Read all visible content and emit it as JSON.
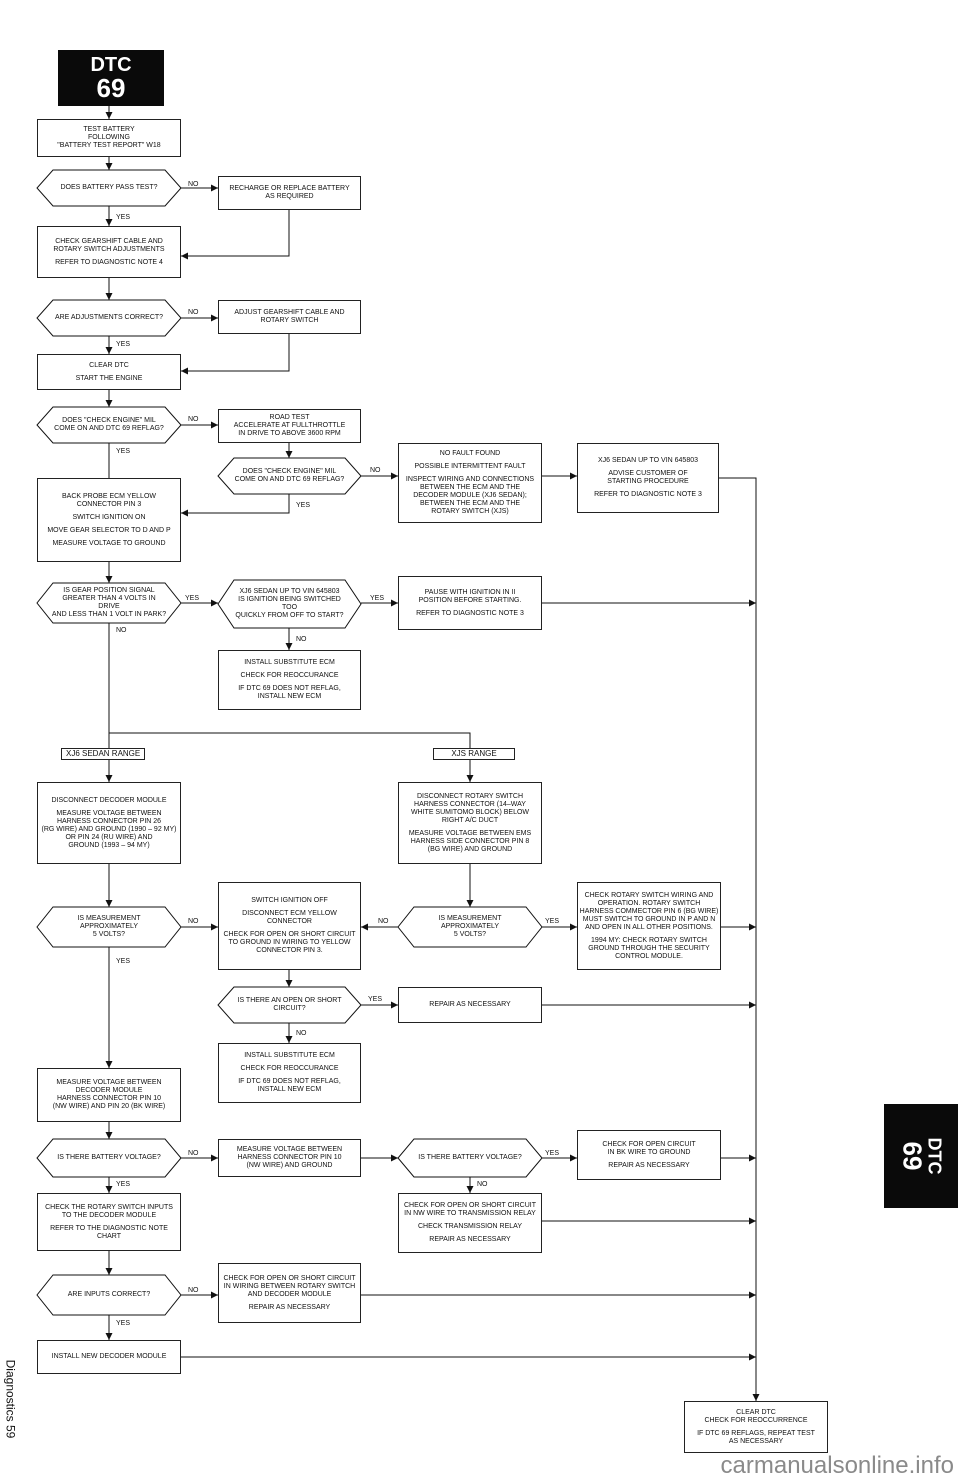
{
  "header": {
    "line1": "DTC",
    "line2": "69"
  },
  "tab": {
    "line1": "DTC",
    "line2": "69"
  },
  "side_label": "Diagnostics 59",
  "watermark": "carmanualsonline.info",
  "ranges": {
    "xj6": "XJ6 SEDAN RANGE",
    "xjs": "XJS RANGE"
  },
  "answers": {
    "yes": "YES",
    "no": "NO"
  },
  "steps": {
    "b_test_battery": [
      "TEST BATTERY",
      "FOLLOWING",
      "\"BATTERY TEST REPORT\" W18"
    ],
    "d_battery_pass": [
      "DOES BATTERY PASS TEST?"
    ],
    "b_recharge": [
      "RECHARGE OR REPLACE BATTERY",
      "AS REQUIRED"
    ],
    "b_check_gearshift": [
      "CHECK GEARSHIFT CABLE AND",
      "ROTARY SWITCH ADJUSTMENTS",
      "",
      "REFER TO DIAGNOSTIC NOTE 4"
    ],
    "d_adjust_correct": [
      "ARE ADJUSTMENTS CORRECT?"
    ],
    "b_adjust_gearshift": [
      "ADJUST GEARSHIFT CABLE AND",
      "ROTARY SWITCH"
    ],
    "b_clear_start": [
      "CLEAR DTC",
      "",
      "START THE ENGINE"
    ],
    "d_mil_reflag1": [
      "DOES \"CHECK ENGINE\" MIL",
      "COME ON AND DTC 69 REFLAG?"
    ],
    "b_road_test": [
      "ROAD TEST",
      "ACCELERATE AT FULLTHROTTLE",
      "IN DRIVE TO ABOVE 3600 RPM"
    ],
    "d_mil_reflag2": [
      "DOES \"CHECK ENGINE\" MIL",
      "COME ON AND DTC 69 REFLAG?"
    ],
    "b_no_fault": [
      "NO FAULT FOUND",
      "",
      "POSSIBLE INTERMITTENT FAULT",
      "",
      "INSPECT WIRING AND CONNECTIONS",
      "BETWEEN THE ECM AND THE",
      "DECODER MODULE (XJ6 SEDAN);",
      "BETWEEN THE ECM AND THE",
      "ROTARY SWITCH (XJS)"
    ],
    "b_xj6_advise": [
      "XJ6 SEDAN UP TO VIN 645803",
      "",
      "ADVISE CUSTOMER OF",
      "STARTING PROCEDURE",
      "",
      "REFER TO DIAGNOSTIC NOTE 3"
    ],
    "b_back_probe": [
      "BACK PROBE ECM YELLOW",
      "CONNECTOR PIN 3",
      "",
      "SWITCH IGNITION ON",
      "",
      "MOVE GEAR SELECTOR TO D AND P",
      "",
      "MEASURE VOLTAGE TO GROUND"
    ],
    "d_gear_signal": [
      "IS GEAR POSITION SIGNAL",
      "GREATER THAN 4 VOLTS IN DRIVE",
      "AND LESS THAN 1 VOLT IN PARK?"
    ],
    "d_ignition_switched": [
      "XJ6 SEDAN UP TO VIN 645803",
      "",
      "IS IGNITION BEING SWITCHED TOO",
      "QUICKLY FROM OFF TO START?"
    ],
    "b_pause_ignition": [
      "PAUSE WITH IGNITION IN II",
      "POSITION BEFORE STARTING.",
      "",
      "REFER TO DIAGNOSTIC NOTE 3"
    ],
    "b_install_ecm1": [
      "INSTALL SUBSTITUTE ECM",
      "",
      "CHECK FOR REOCCURANCE",
      "",
      "IF DTC 69 DOES NOT REFLAG,",
      "INSTALL NEW ECM"
    ],
    "b_disconnect_decoder": [
      "DISCONNECT DECODER MODULE",
      "",
      "MEASURE VOLTAGE BETWEEN",
      "HARNESS CONNECTOR PIN 26",
      "(RG WIRE) AND GROUND (1990 – 92 MY)",
      "OR PIN 24 (RU WIRE) AND",
      "GROUND (1993 – 94 MY)"
    ],
    "b_disconnect_rotary": [
      "DISCONNECT ROTARY SWITCH",
      "HARNESS CONNECTOR (14–WAY",
      "WHITE SUMITOMO BLOCK) BELOW",
      "RIGHT A/C DUCT",
      "",
      "MEASURE VOLTAGE BETWEEN EMS",
      "HARNESS SIDE CONNECTOR PIN 8",
      "(BG WIRE) AND GROUND"
    ],
    "d_meas_5v_left": [
      "IS MEASUREMENT APPROXIMATELY",
      "5 VOLTS?"
    ],
    "b_switch_ign_off": [
      "SWITCH IGNITION OFF",
      "",
      "DISCONNECT ECM YELLOW",
      "CONNECTOR",
      "",
      "CHECK FOR OPEN OR SHORT CIRCUIT",
      "TO GROUND IN WIRING TO YELLOW",
      "CONNECTOR PIN 3."
    ],
    "d_meas_5v_right": [
      "IS MEASUREMENT APPROXIMATELY",
      "5 VOLTS?"
    ],
    "b_check_rotary_wiring": [
      "CHECK ROTARY SWITCH WIRING AND",
      "OPERATION. ROTARY SWITCH",
      "HARNESS COMMECTOR PIN 6 (BG WIRE)",
      "MUST SWITCH TO GROUND IN P AND N",
      "AND OPEN IN ALL OTHER POSITIONS.",
      "",
      "1994 MY: CHECK ROTARY SWITCH",
      "GROUND THROUGH THE SECURITY",
      "CONTROL MODULE."
    ],
    "d_open_short": [
      "IS THERE AN OPEN OR SHORT",
      "CIRCUIT?"
    ],
    "b_repair1": [
      "REPAIR AS NECESSARY"
    ],
    "b_install_ecm2": [
      "INSTALL SUBSTITUTE ECM",
      "",
      "CHECK FOR REOCCURANCE",
      "",
      "IF DTC 69 DOES NOT REFLAG,",
      "INSTALL NEW ECM"
    ],
    "b_measure_decoder": [
      "MEASURE VOLTAGE BETWEEN",
      "DECODER MODULE",
      "HARNESS CONNECTOR PIN 10",
      "(NW WIRE) AND PIN 20 (BK WIRE)"
    ],
    "d_batt_voltage1": [
      "IS THERE BATTERY VOLTAGE?"
    ],
    "b_measure_nw": [
      "MEASURE VOLTAGE BETWEEN",
      "HARNESS CONNECTOR PIN 10",
      "(NW WIRE) AND GROUND"
    ],
    "d_batt_voltage2": [
      "IS THERE BATTERY VOLTAGE?"
    ],
    "b_open_bk": [
      "CHECK FOR OPEN CIRCUIT",
      "IN BK WIRE TO GROUND",
      "",
      "REPAIR AS NECESSARY"
    ],
    "b_check_inputs": [
      "CHECK THE ROTARY SWITCH INPUTS",
      "TO THE DECODER MODULE",
      "",
      "REFER TO THE DIAGNOSTIC NOTE",
      "CHART"
    ],
    "b_open_nw": [
      "CHECK FOR OPEN OR SHORT CIRCUIT",
      "IN NW WIRE TO TRANSMISSION RELAY",
      "",
      "CHECK TRANSMISSION RELAY",
      "",
      "REPAIR AS NECESSARY"
    ],
    "d_inputs_correct": [
      "ARE INPUTS CORRECT?"
    ],
    "b_open_rotary_decoder": [
      "CHECK FOR OPEN OR SHORT CIRCUIT",
      "IN WIRING BETWEEN ROTARY SWITCH",
      "AND DECODER MODULE",
      "",
      "REPAIR AS NECESSARY"
    ],
    "b_install_decoder": [
      "INSTALL NEW DECODER MODULE"
    ],
    "b_clear_final": [
      "CLEAR DTC",
      "CHECK FOR REOCCURRENCE",
      "",
      "IF DTC 69 REFLAGS, REPEAT TEST",
      "AS NECESSARY"
    ]
  }
}
